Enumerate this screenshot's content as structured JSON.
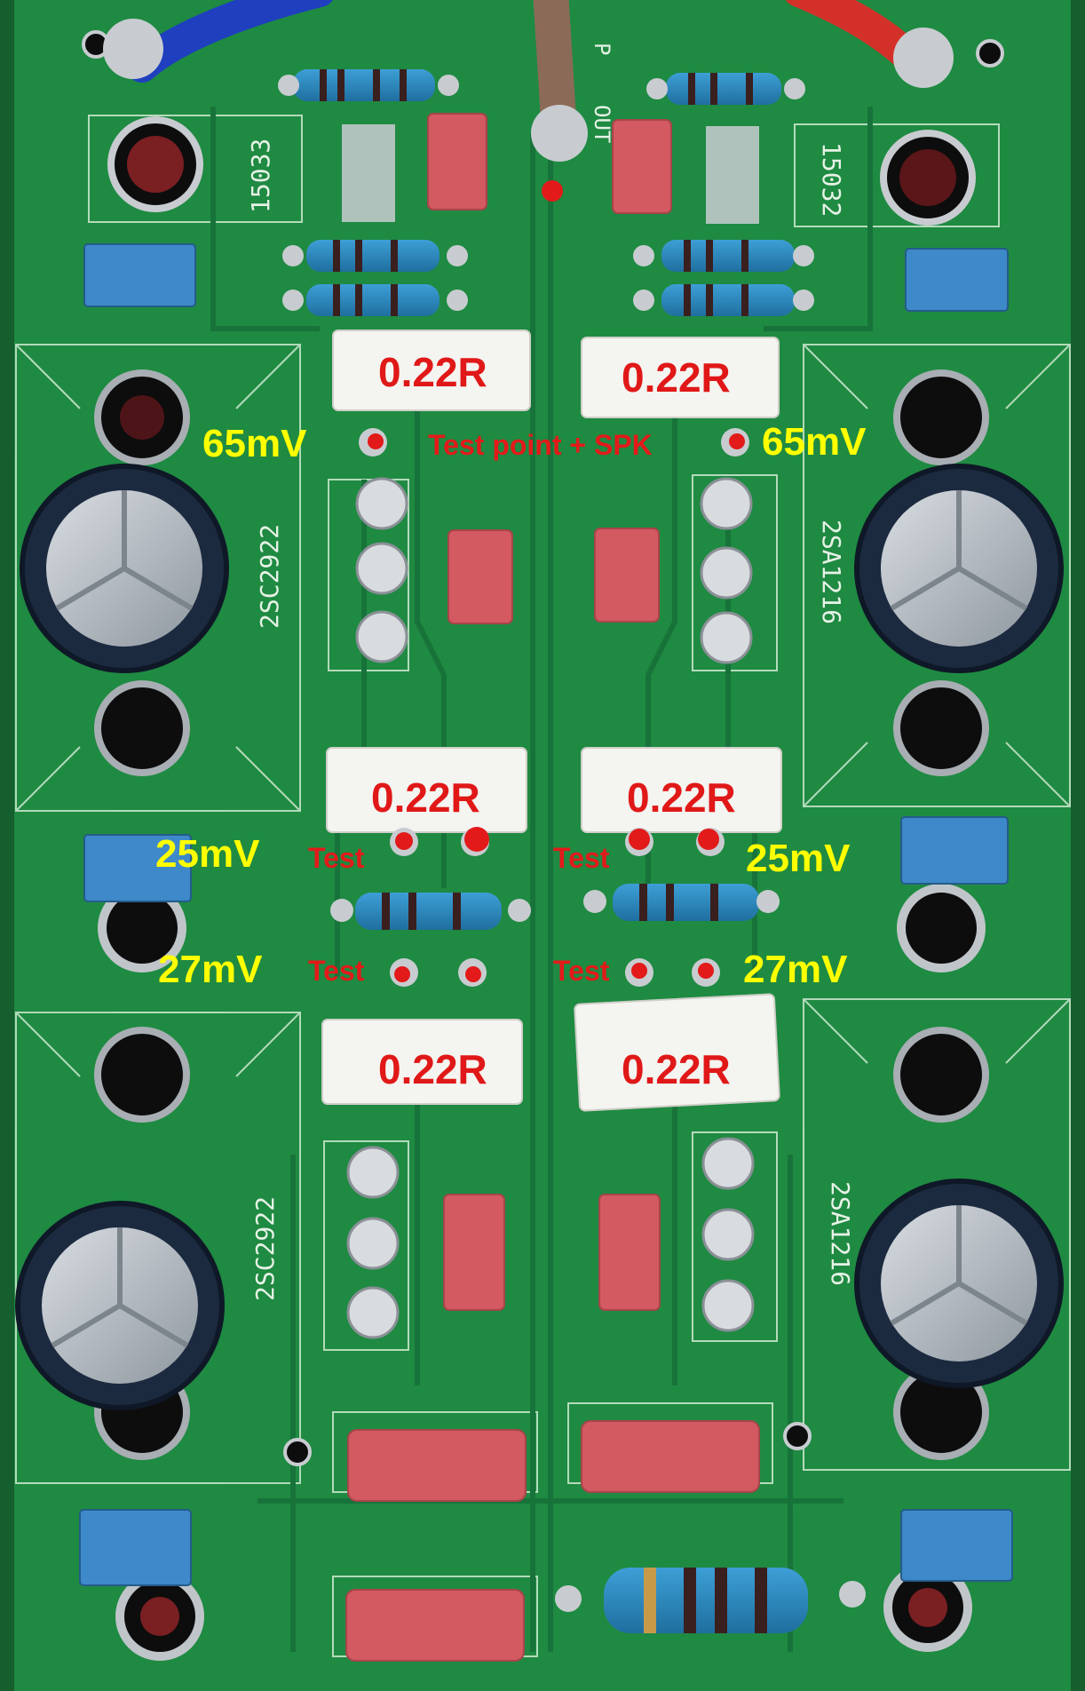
{
  "photo": {
    "board_color": "#1f8a42",
    "trace_color": "#1b7a3a",
    "silk_color": "#e8f3e8",
    "annotation_red": "#e01818",
    "annotation_yellow": "#ffff00"
  },
  "resistor_labels": [
    {
      "text": "0.22R"
    },
    {
      "text": "0.22R"
    },
    {
      "text": "0.22R"
    },
    {
      "text": "0.22R"
    },
    {
      "text": "0.22R"
    },
    {
      "text": "0.22R"
    }
  ],
  "voltage_labels": [
    {
      "text": "65mV"
    },
    {
      "text": "65mV"
    },
    {
      "text": "25mV"
    },
    {
      "text": "25mV"
    },
    {
      "text": "27mV"
    },
    {
      "text": "27mV"
    }
  ],
  "test_labels": [
    {
      "text": "Test point + SPK"
    },
    {
      "text": "Test"
    },
    {
      "text": "Test"
    },
    {
      "text": "Test"
    },
    {
      "text": "Test"
    }
  ],
  "silkscreen": [
    {
      "text": "15033"
    },
    {
      "text": "15032"
    },
    {
      "text": "2SC2922"
    },
    {
      "text": "2SA1216"
    },
    {
      "text": "2SC2922"
    },
    {
      "text": "2SA1216"
    },
    {
      "text": "OUT"
    },
    {
      "text": "P"
    }
  ]
}
